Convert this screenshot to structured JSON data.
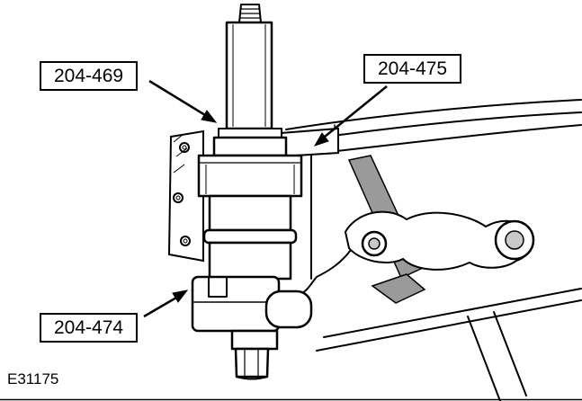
{
  "figure": {
    "code": "E31175",
    "description": "Exploded technical illustration of a special service tool assembly installed on a transmission housing",
    "callouts": [
      {
        "label": "204-469",
        "target": "upper tool adapter collar"
      },
      {
        "label": "204-475",
        "target": "tool mounting plate on housing"
      },
      {
        "label": "204-474",
        "target": "lower tool foot / collet"
      }
    ],
    "colors": {
      "line": "#000000",
      "background": "#ffffff",
      "shade": "#9a9a9a",
      "bore": "#c9c9c9"
    }
  }
}
